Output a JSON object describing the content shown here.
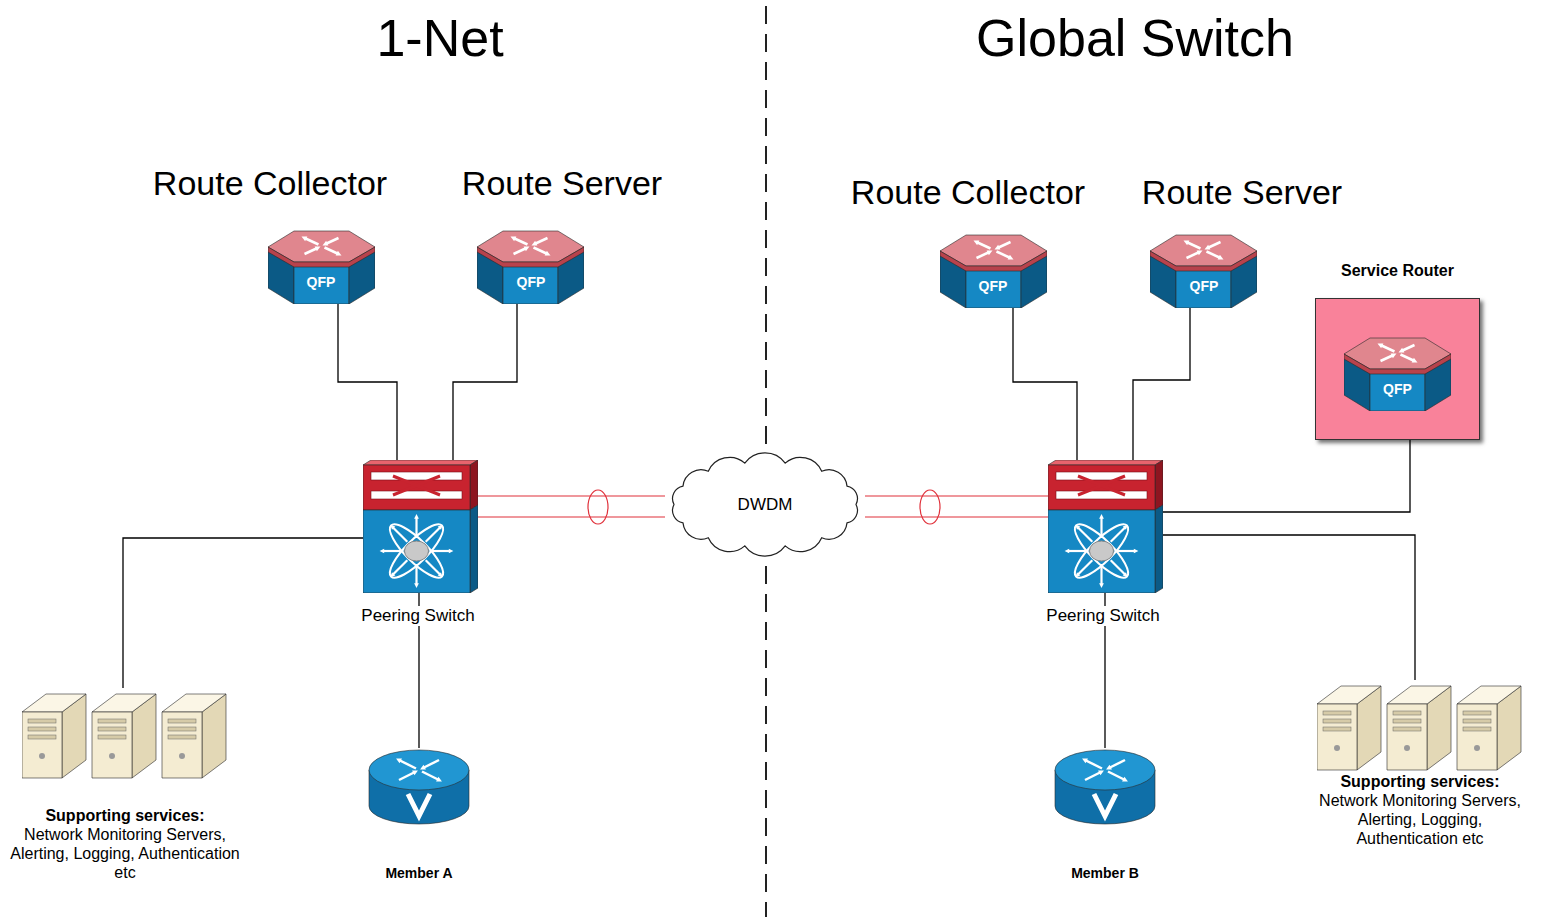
{
  "diagram": {
    "nodes": [
      {
        "text": [
          "Route Collector",
          "QFP"
        ]
      },
      {
        "text": [
          "Route Server",
          "QFP"
        ]
      },
      {
        "text": [
          "Peering Switch"
        ]
      },
      {
        "text": [
          "Supporting services:",
          "Network Monitoring Servers, Alerting, Logging, Authentication etc"
        ]
      },
      {
        "text": [
          "Member A"
        ]
      },
      {
        "text": [
          "DWDM"
        ]
      },
      {
        "text": [
          "Route Collector",
          "QFP"
        ]
      },
      {
        "text": [
          "Route Server",
          "QFP"
        ]
      },
      {
        "text": [
          "Service Router",
          "QFP"
        ]
      },
      {
        "text": [
          "Peering Switch"
        ]
      },
      {
        "text": [
          "Supporting services:",
          "Network Monitoring Servers, Alerting, Logging, Authentication etc"
        ]
      },
      {
        "text": [
          "Member B"
        ]
      }
    ],
    "edges": [
      {
        "from": 0,
        "to": 2,
        "arrow": "none"
      },
      {
        "from": 1,
        "to": 2,
        "arrow": "none"
      },
      {
        "from": 3,
        "to": 2,
        "arrow": "none"
      },
      {
        "from": 4,
        "to": 2,
        "arrow": "none"
      },
      {
        "from": 2,
        "to": 5,
        "arrow": "none"
      },
      {
        "from": 5,
        "to": 9,
        "arrow": "none"
      },
      {
        "from": 6,
        "to": 9,
        "arrow": "none"
      },
      {
        "from": 7,
        "to": 9,
        "arrow": "none"
      },
      {
        "from": 8,
        "to": 9,
        "arrow": "none"
      },
      {
        "from": 10,
        "to": 9,
        "arrow": "none"
      },
      {
        "from": 11,
        "to": 9,
        "arrow": "none"
      }
    ],
    "labels": [
      "1-Net",
      "Global Switch"
    ]
  }
}
